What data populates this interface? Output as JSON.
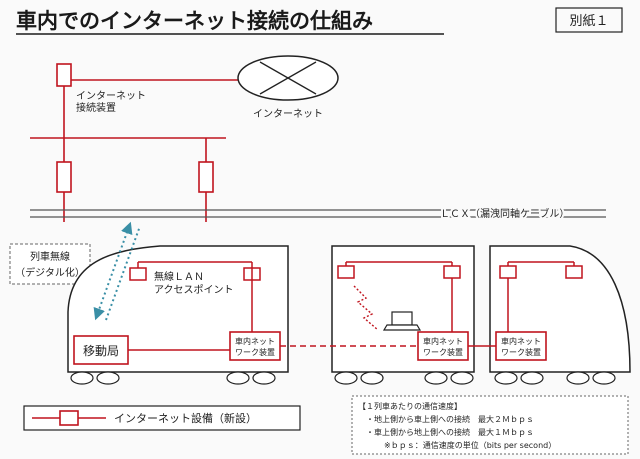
{
  "title": "車内でのインターネット接続の仕組み",
  "attachment_label": "別紙１",
  "internet_device_label_1": "インターネット",
  "internet_device_label_2": "接続装置",
  "internet_cloud_label": "インターネット",
  "lcx_label": "ＬＣＸ（漏洩同軸ケーブル）",
  "train_radio_label_1": "列車無線",
  "train_radio_label_2": "（デジタル化）",
  "wireless_lan_label_1": "無線ＬＡＮ",
  "wireless_lan_label_2": "アクセスポイント",
  "mobile_station_label": "移動局",
  "network_device_label_1": "車内ネット",
  "network_device_label_2": "ワーク装置",
  "legend_label": "インターネット設備（新設）",
  "speed_info": {
    "heading": "【１列車あたりの通信速度】",
    "line1": "・地上側から車上側への接続　最大２Ｍｂｐｓ",
    "line2": "・車上側から地上側への接続　最大１Ｍｂｐｓ",
    "note": "※ｂｐｓ：通信速度の単位（bits per second）"
  },
  "colors": {
    "equipment": "#c0141e",
    "outline": "#222222",
    "radio": "#3a8fa6"
  }
}
